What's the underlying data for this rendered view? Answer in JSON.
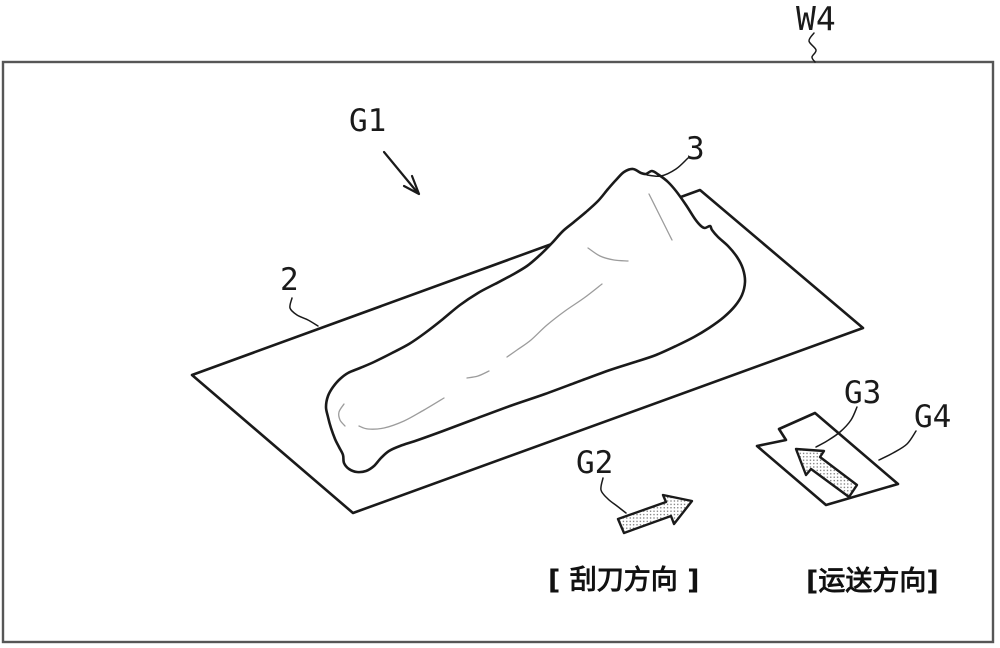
{
  "figure": {
    "type": "patent-line-drawing",
    "labels": {
      "w4": "W4",
      "g1": "G1",
      "g2": "G2",
      "g3": "G3",
      "g4": "G4",
      "part_2": "2",
      "part_3": "3"
    },
    "captions": {
      "squeegee_direction": "[ 刮刀方向 ]",
      "transport_direction": "[运送方向]"
    },
    "colors": {
      "background": "#ffffff",
      "line": "#1a1a1a",
      "faint_line": "#9c9c9c",
      "border": "#565656",
      "stipple_dot": "#6b6b6b"
    }
  }
}
